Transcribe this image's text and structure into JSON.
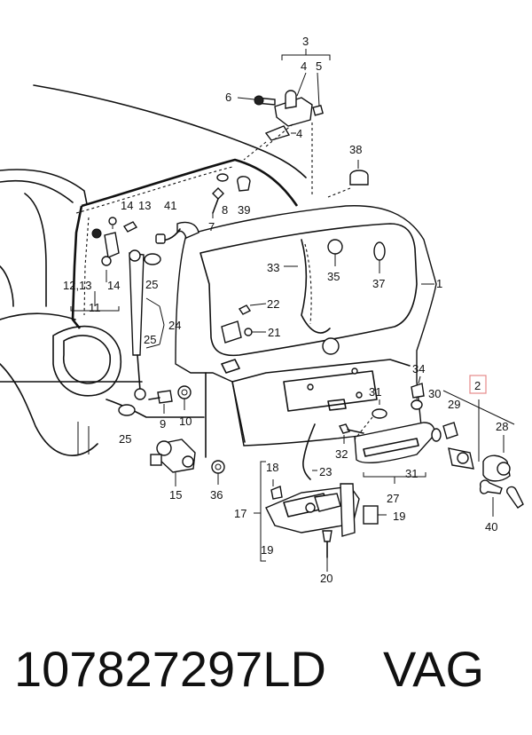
{
  "diagram": {
    "callouts": {
      "c1": "1",
      "c2": "2",
      "c3": "3",
      "c4a": "4",
      "c4b": "4",
      "c5": "5",
      "c6": "6",
      "c7": "7",
      "c8": "8",
      "c9": "9",
      "c10": "10",
      "c11": "11",
      "c1213": "12,13",
      "c14a": "14",
      "c14b": "14",
      "c13": "13",
      "c15": "15",
      "c17": "17",
      "c18": "18",
      "c19a": "19",
      "c19b": "19",
      "c20": "20",
      "c21": "21",
      "c22": "22",
      "c23": "23",
      "c24": "24",
      "c25a": "25",
      "c25b": "25",
      "c25c": "25",
      "c27": "27",
      "c28": "28",
      "c29": "29",
      "c30": "30",
      "c31a": "31",
      "c31b": "31",
      "c32": "32",
      "c33": "33",
      "c34": "34",
      "c35": "35",
      "c36": "36",
      "c37": "37",
      "c38": "38",
      "c39": "39",
      "c40": "40",
      "c41": "41"
    }
  },
  "caption": {
    "part_number": "107827297LD",
    "brand": "VAG"
  },
  "colors": {
    "line": "#111111",
    "highlight_box": "#e58a8a"
  }
}
